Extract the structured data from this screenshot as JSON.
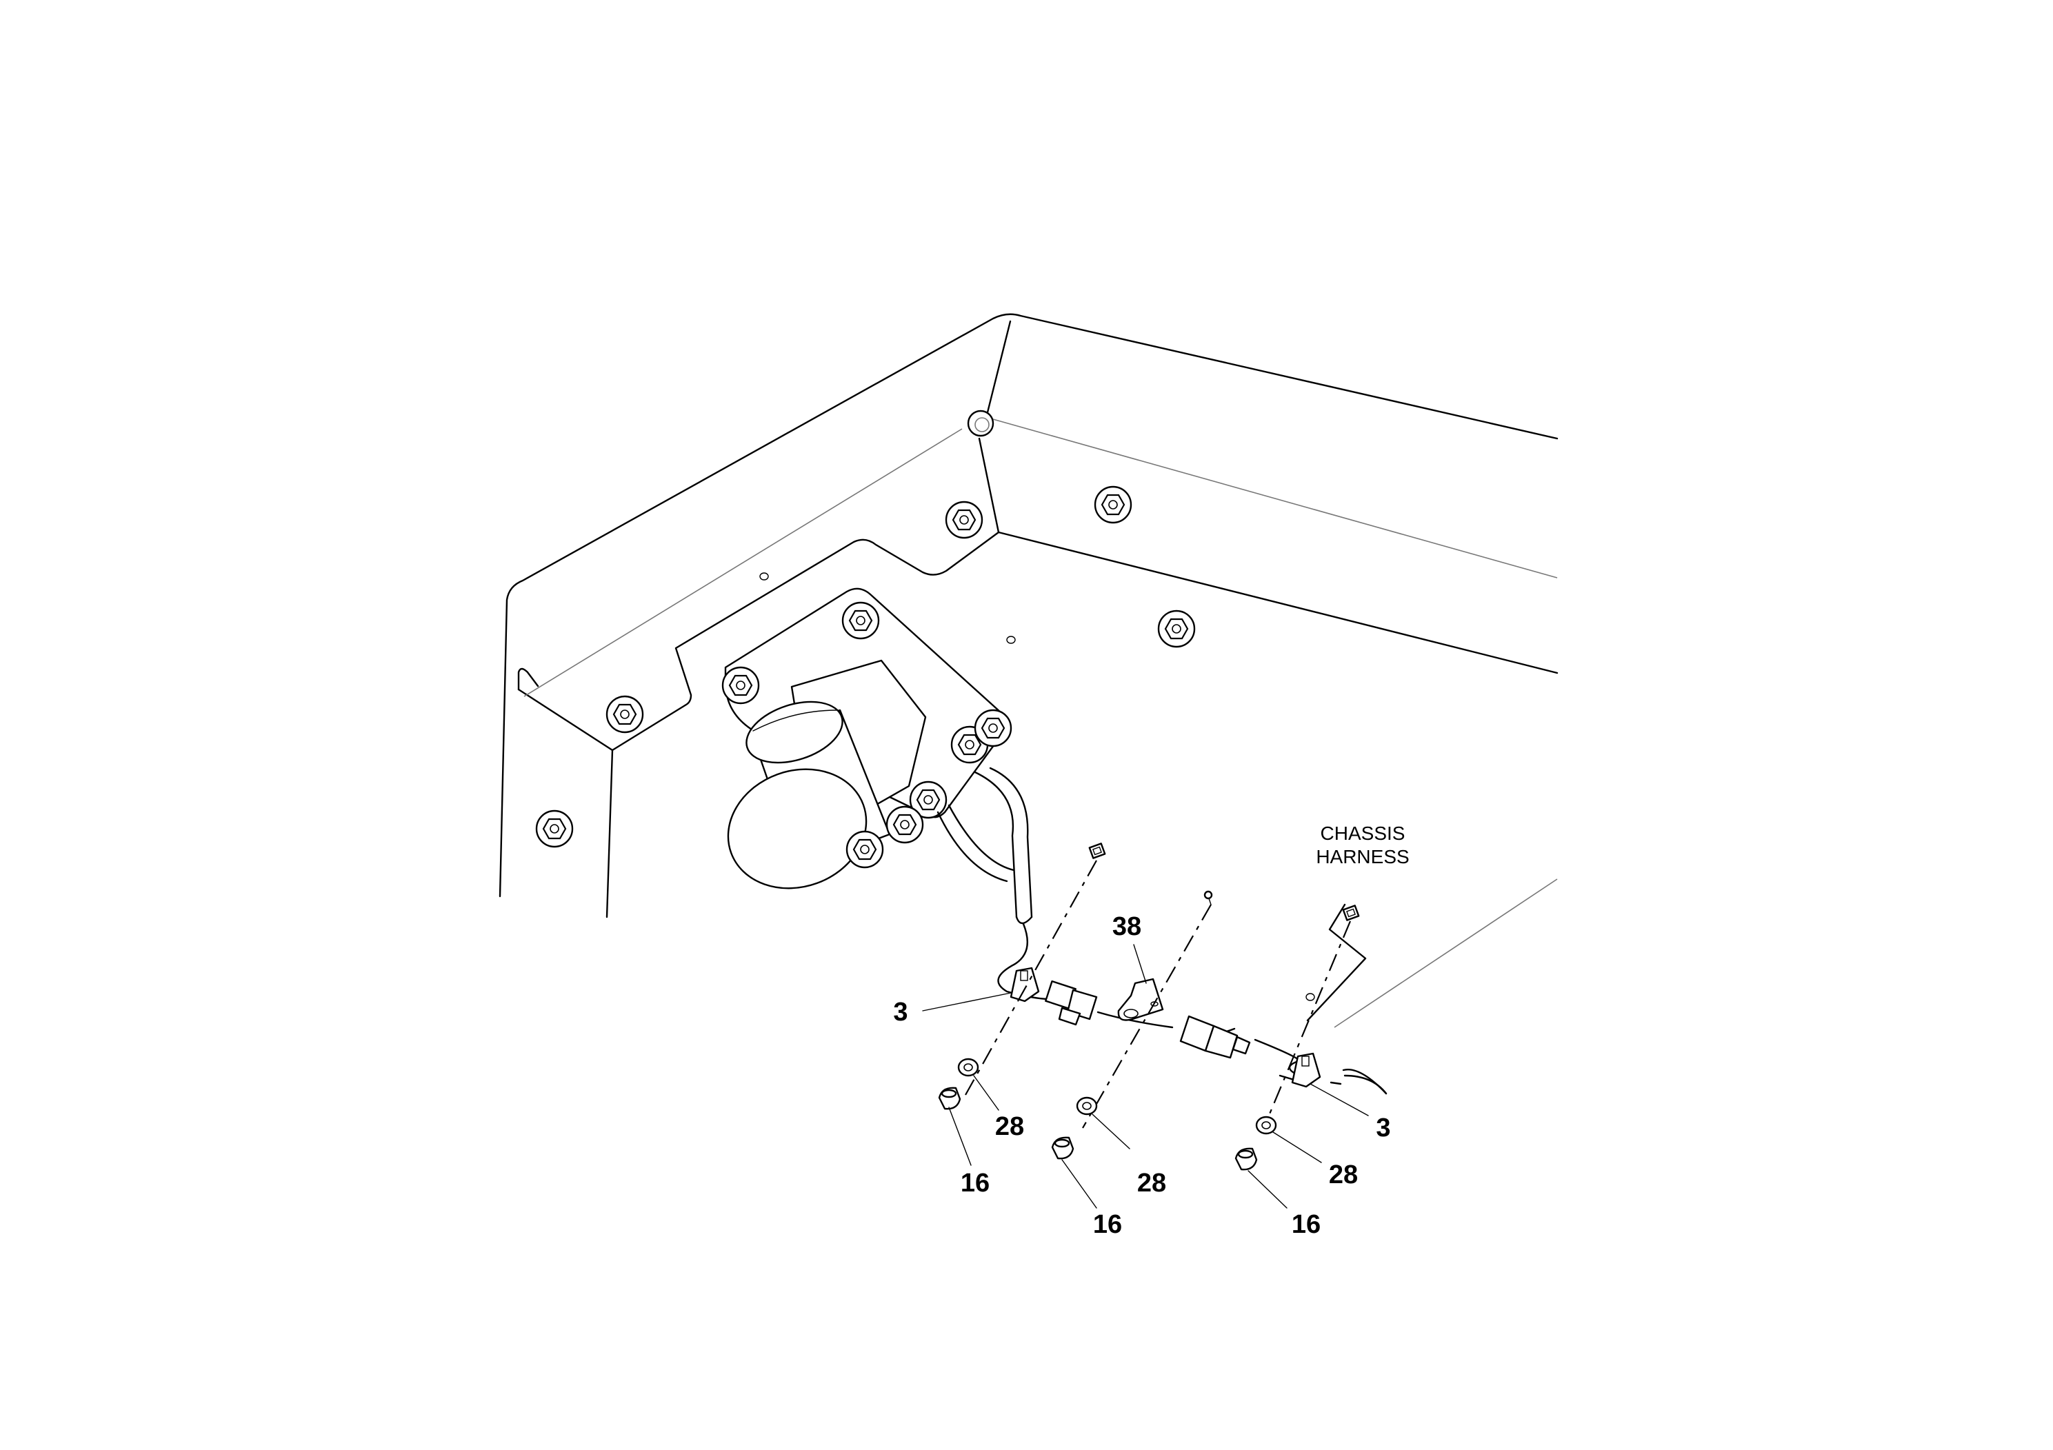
{
  "note": {
    "line1": "CHASSIS",
    "line2": "HARNESS"
  },
  "callouts": {
    "c38": "38",
    "c3_left": "3",
    "c3_right": "3",
    "c28_left": "28",
    "c28_mid": "28",
    "c28_right": "28",
    "c16_left": "16",
    "c16_mid": "16",
    "c16_right": "16"
  }
}
